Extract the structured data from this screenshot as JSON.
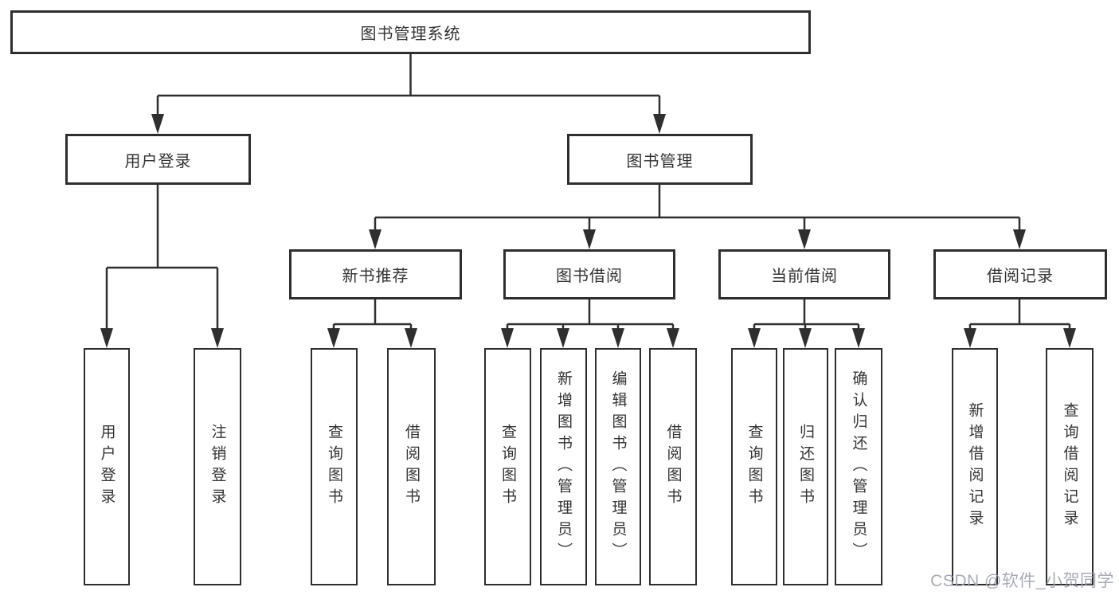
{
  "diagram": {
    "root": {
      "label": "图书管理系统"
    },
    "branches": [
      {
        "label": "用户登录",
        "children": [
          {
            "label": "用户登录"
          },
          {
            "label": "注销登录"
          }
        ]
      },
      {
        "label": "图书管理",
        "children": [
          {
            "label": "新书推荐",
            "children": [
              {
                "label": "查询图书"
              },
              {
                "label": "借阅图书"
              }
            ]
          },
          {
            "label": "图书借阅",
            "children": [
              {
                "label": "查询图书"
              },
              {
                "label": "新增图书（管理员）"
              },
              {
                "label": "编辑图书（管理员）"
              },
              {
                "label": "借阅图书"
              }
            ]
          },
          {
            "label": "当前借阅",
            "children": [
              {
                "label": "查询图书"
              },
              {
                "label": "归还图书"
              },
              {
                "label": "确认归还（管理员）"
              }
            ]
          },
          {
            "label": "借阅记录",
            "children": [
              {
                "label": "新增借阅记录"
              },
              {
                "label": "查询借阅记录"
              }
            ]
          }
        ]
      }
    ]
  },
  "watermark": {
    "text": "CSDN @软件_小贺同学",
    "color": "#a4a7b2"
  },
  "colors": {
    "line": "#2f2f2f",
    "border": "#2e2e2e",
    "text": "#333333",
    "background": "#ffffff"
  }
}
